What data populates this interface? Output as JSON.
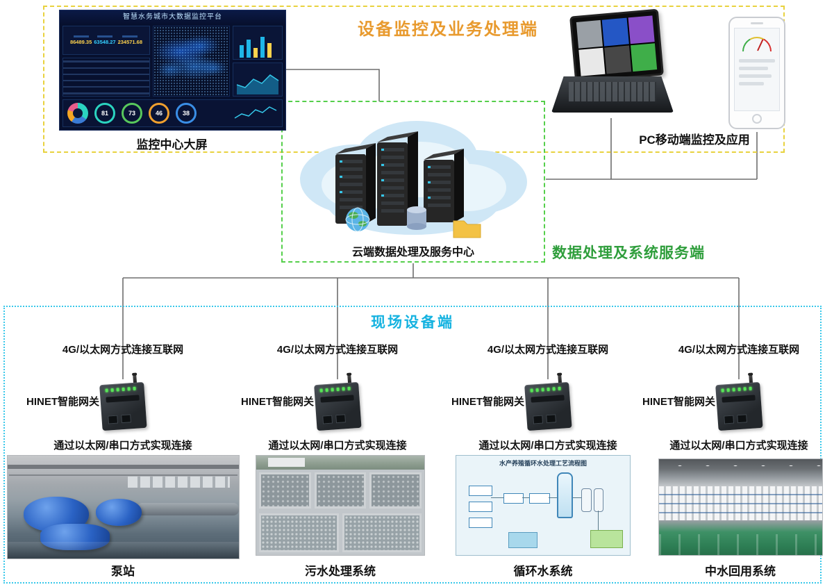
{
  "zones": {
    "monitor": {
      "label": "设备监控及业务处理端"
    },
    "cloud": {
      "caption": "云端数据处理及服务中心",
      "side_label": "数据处理及系统服务端"
    },
    "field": {
      "label": "现场设备端"
    }
  },
  "dashboard": {
    "caption": "监控中心大屏",
    "title": "智慧水务城市大数据监控平台",
    "stat_values": [
      "86489.35",
      "63548.27",
      "234571.68"
    ],
    "gauges": [
      "81",
      "73",
      "46",
      "38"
    ]
  },
  "pc_mobile": {
    "caption": "PC移动端监控及应用"
  },
  "field_columns": [
    {
      "net_label": "4G/以太网方式连接互联网",
      "gateway_label": "HINET智能网关",
      "conn_label": "通过以太网/串口方式实现连接",
      "site_label": "泵站"
    },
    {
      "net_label": "4G/以太网方式连接互联网",
      "gateway_label": "HINET智能网关",
      "conn_label": "通过以太网/串口方式实现连接",
      "site_label": "污水处理系统"
    },
    {
      "net_label": "4G/以太网方式连接互联网",
      "gateway_label": "HINET智能网关",
      "conn_label": "通过以太网/串口方式实现连接",
      "site_label": "循环水系统",
      "photo_title": "水产养殖循环水处理工艺流程图"
    },
    {
      "net_label": "4G/以太网方式连接互联网",
      "gateway_label": "HINET智能网关",
      "conn_label": "通过以太网/串口方式实现连接",
      "site_label": "中水回用系统"
    }
  ],
  "colors": {
    "monitor_zone_border": "#e8d23e",
    "monitor_zone_label": "#e89a2e",
    "cloud_zone_border": "#55cf4b",
    "cloud_zone_label": "#2f9e3c",
    "field_zone_border": "#38c8ea",
    "field_zone_label": "#14b2e0",
    "connection_line": "#6e6e6e"
  }
}
